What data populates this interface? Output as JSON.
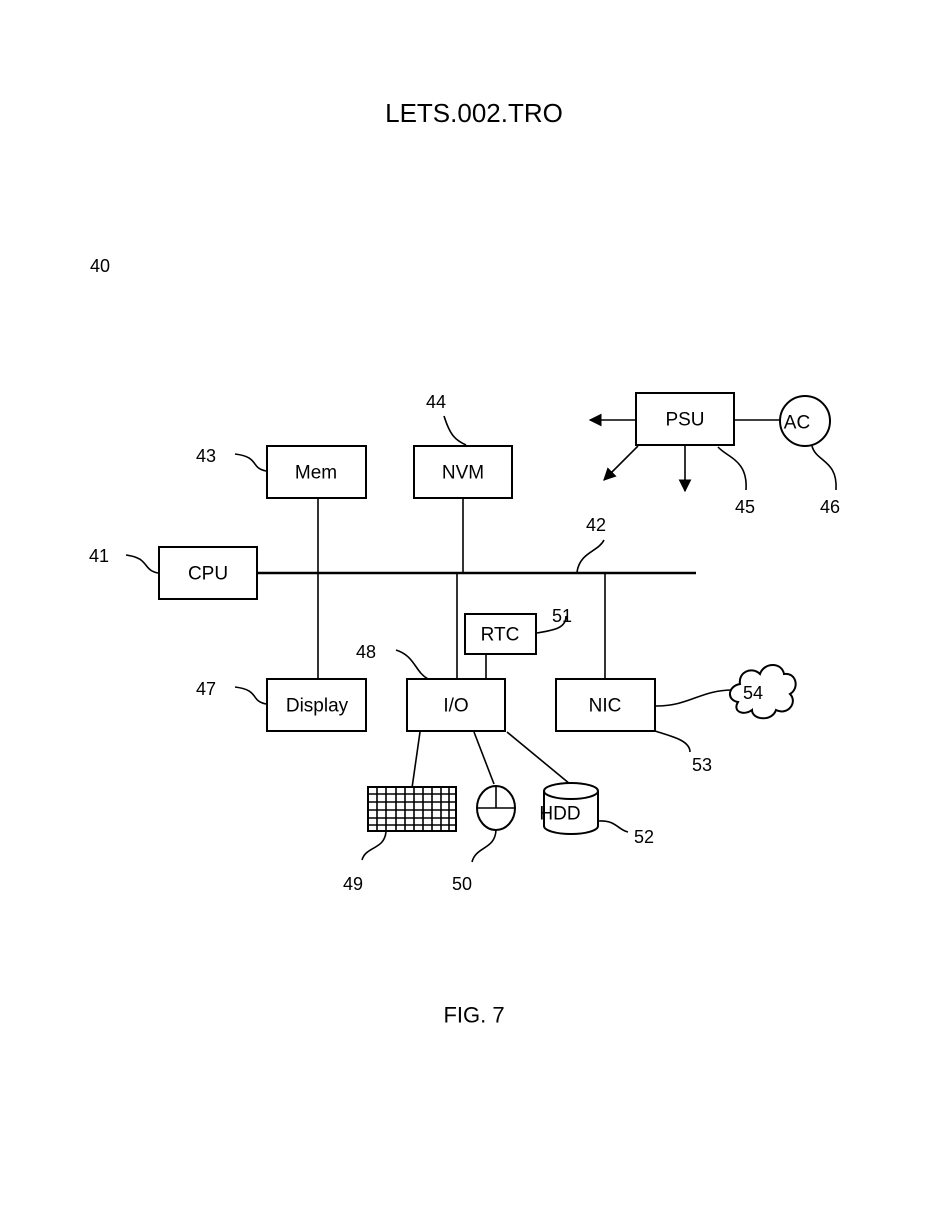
{
  "header": {
    "title": "LETS.002.TRO"
  },
  "figure_ref": "40",
  "caption": "FIG. 7",
  "components": {
    "cpu": {
      "label": "CPU",
      "ref": "41"
    },
    "bus": {
      "ref": "42"
    },
    "mem": {
      "label": "Mem",
      "ref": "43"
    },
    "nvm": {
      "label": "NVM",
      "ref": "44"
    },
    "psu": {
      "label": "PSU",
      "ref": "45"
    },
    "ac": {
      "label": "AC",
      "ref": "46"
    },
    "display": {
      "label": "Display",
      "ref": "47"
    },
    "io": {
      "label": "I/O",
      "ref": "48"
    },
    "keyboard": {
      "ref": "49"
    },
    "mouse": {
      "ref": "50"
    },
    "rtc": {
      "label": "RTC",
      "ref": "51"
    },
    "hdd": {
      "label": "HDD",
      "ref": "52"
    },
    "nic": {
      "label": "NIC",
      "ref": "53"
    },
    "network": {
      "label": "54"
    }
  }
}
